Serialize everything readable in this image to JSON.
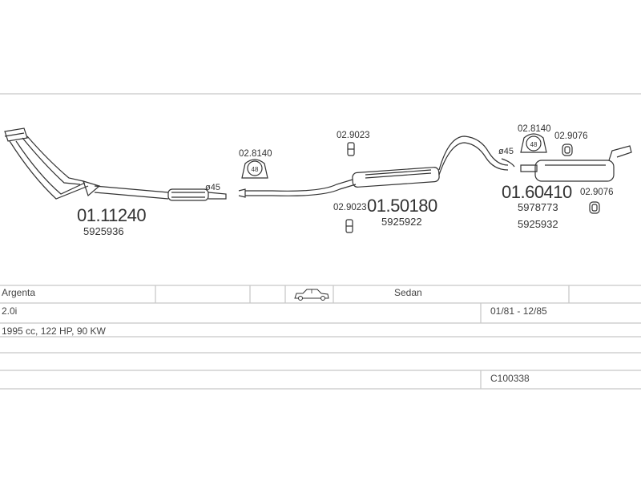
{
  "parts": {
    "front_pipe": {
      "part_no": "01.11240",
      "oem_no": "5925936"
    },
    "clamp_left": {
      "part_no": "02.8140",
      "clamp_dia": "48"
    },
    "front_dia": "ø45",
    "hanger_top": {
      "part_no": "02.9023"
    },
    "hanger_bottom": {
      "part_no": "02.9023"
    },
    "middle_silencer": {
      "part_no": "01.50180",
      "oem_no": "5925922"
    },
    "clamp_right": {
      "part_no": "02.8140",
      "clamp_dia": "48"
    },
    "rubber_top": {
      "part_no": "02.9076"
    },
    "rubber_bottom": {
      "part_no": "02.9076"
    },
    "rear_dia": "ø45",
    "rear_silencer": {
      "part_no": "01.60410",
      "oem_no_1": "5978773",
      "oem_no_2": "5925932"
    }
  },
  "vehicle": {
    "model": "Argenta",
    "body": "Sedan",
    "engine": "2.0i",
    "years": "01/81 - 12/85",
    "spec": "1995 cc, 122 HP, 90 KW",
    "kit_no": "C100338",
    "car_icon": "sedan-car-icon"
  }
}
